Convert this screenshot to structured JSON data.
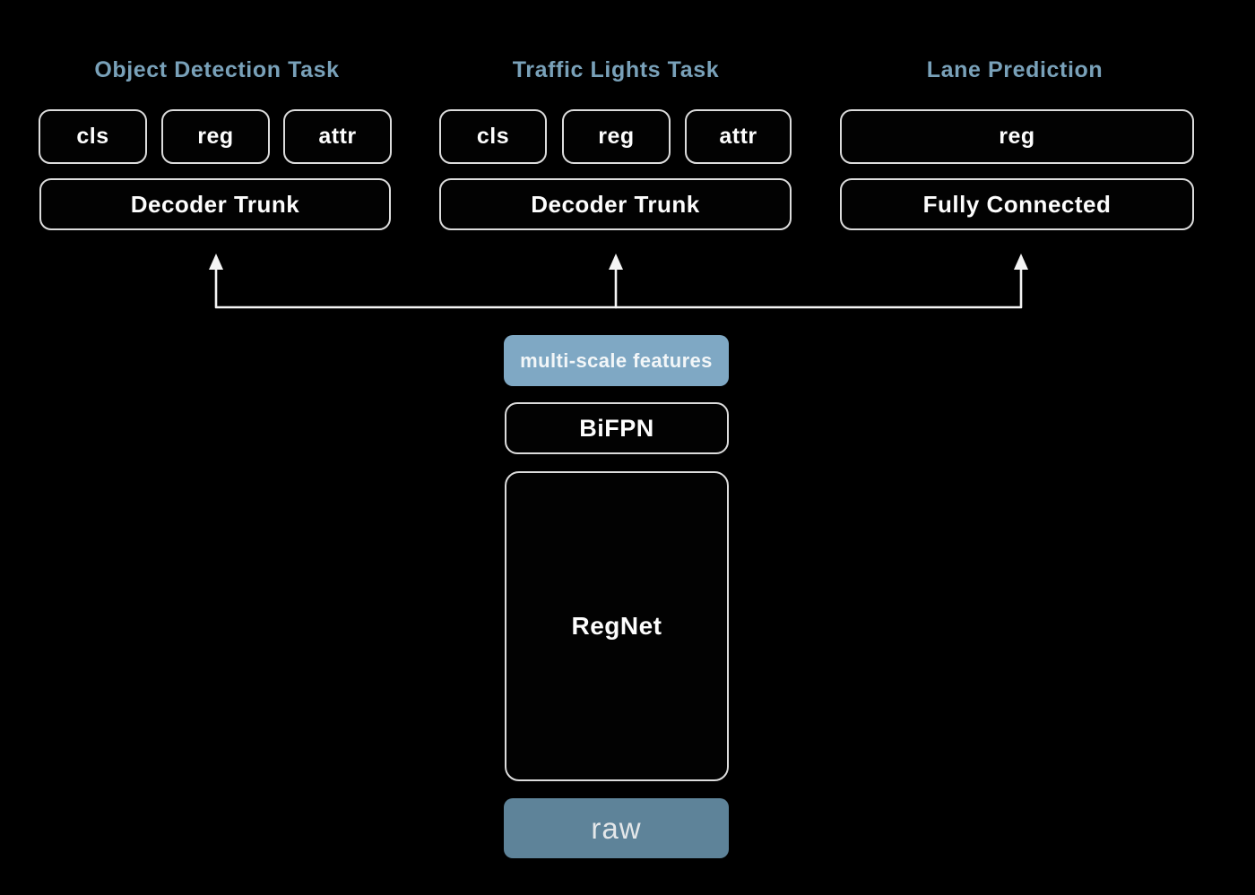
{
  "diagram": {
    "colors": {
      "background": "#000000",
      "header_text": "#79a1b9",
      "box_border": "#dcdcdc",
      "box_fill": "#020202",
      "box_text": "#fdfdfd",
      "accent_fill": "#7fa8c4",
      "accent_text": "#f2f6f8",
      "raw_fill": "#5e8399",
      "raw_text": "#e4e7e9",
      "line": "#f4f4f4"
    },
    "tasks": [
      {
        "title": "Object Detection Task",
        "chips": [
          "cls",
          "reg",
          "attr"
        ],
        "trunk": "Decoder Trunk"
      },
      {
        "title": "Traffic Lights Task",
        "chips": [
          "cls",
          "reg",
          "attr"
        ],
        "trunk": "Decoder Trunk"
      },
      {
        "title": "Lane Prediction",
        "chips": [
          "reg"
        ],
        "trunk": "Fully Connected"
      }
    ],
    "backbone": {
      "features_label": "multi-scale features",
      "neck_label": "BiFPN",
      "backbone_label": "RegNet",
      "input_label": "raw"
    }
  }
}
